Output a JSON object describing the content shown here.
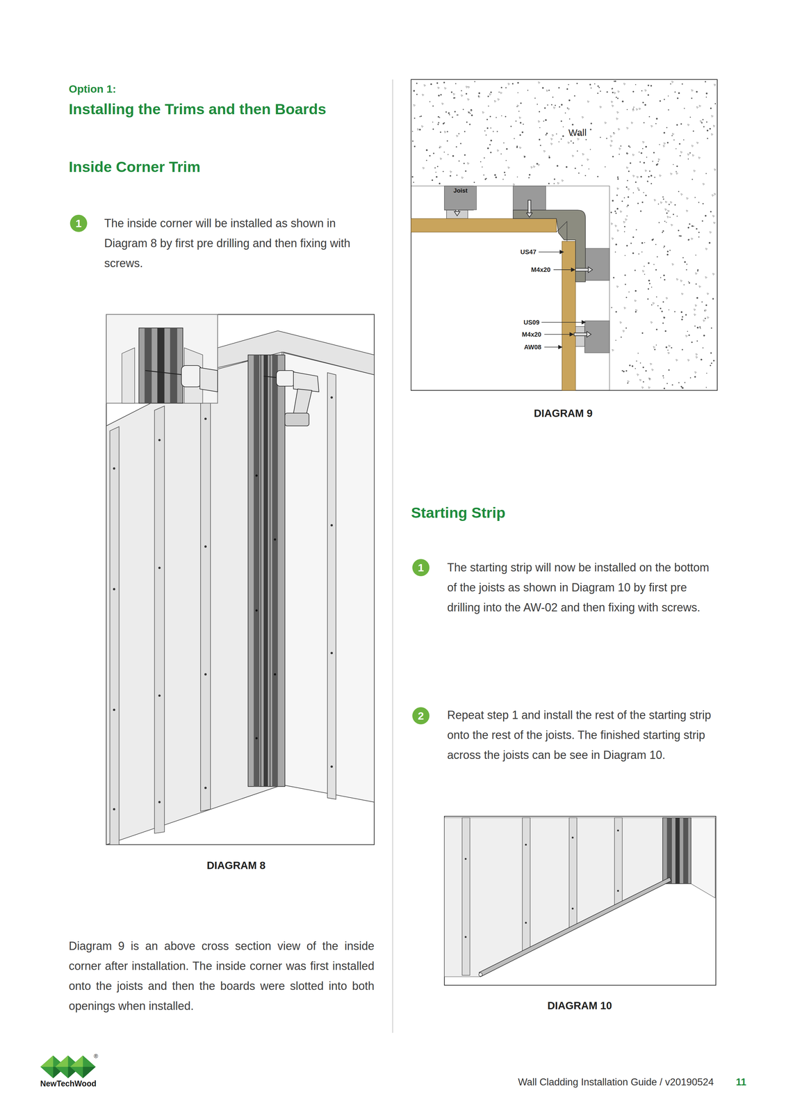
{
  "diagram": {
    "title": "Installing the Trims and then Boards",
    "nodes": [
      {
        "text": [
          "1"
        ]
      },
      {
        "text": [
          "Joist"
        ]
      },
      {
        "text": [
          "1"
        ]
      },
      {
        "text": [
          "2"
        ]
      }
    ],
    "labels": [
      "Option 1:",
      "Inside Corner Trim",
      "The inside corner will be installed as shown in Diagram 8 by first pre drilling and then fixing with screws.",
      "DIAGRAM 8",
      "Diagram 9 is an above cross section view of the inside corner after installation. The inside corner was first installed onto the joists and then the boards were slotted into both openings when installed.",
      "Wall",
      "US47",
      "M4x20",
      "US09",
      "M4x20",
      "AW08",
      "DIAGRAM 9",
      "Starting Strip",
      "The starting strip will now be installed on the bottom of the joists as shown in Diagram 10 by first pre drilling into the AW-02 and then fixing with screws.",
      "Repeat step 1 and install the rest of the starting strip onto the rest of the joists. The finished starting strip across the joists can be see in Diagram 10.",
      "DIAGRAM 10",
      "NewTechWood",
      "®",
      "Wall Cladding Installation Guide / v20190524",
      "11"
    ]
  }
}
